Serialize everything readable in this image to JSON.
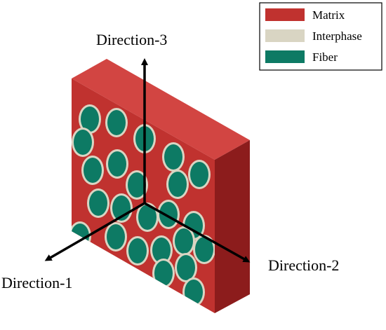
{
  "legend": {
    "items": [
      {
        "label": "Matrix",
        "color": "#c0322f"
      },
      {
        "label": "Interphase",
        "color": "#d9d5c3"
      },
      {
        "label": "Fiber",
        "color": "#0d7a64"
      }
    ]
  },
  "axes": {
    "direction_3": "Direction-3",
    "direction_2": "Direction-2",
    "direction_1": "Direction-1"
  },
  "colors": {
    "matrix_front": "#c0322f",
    "matrix_top": "#d24542",
    "matrix_side": "#8c1c1c",
    "interphase": "#d9d5c3",
    "fiber": "#0d7a64",
    "axis": "#000000"
  }
}
